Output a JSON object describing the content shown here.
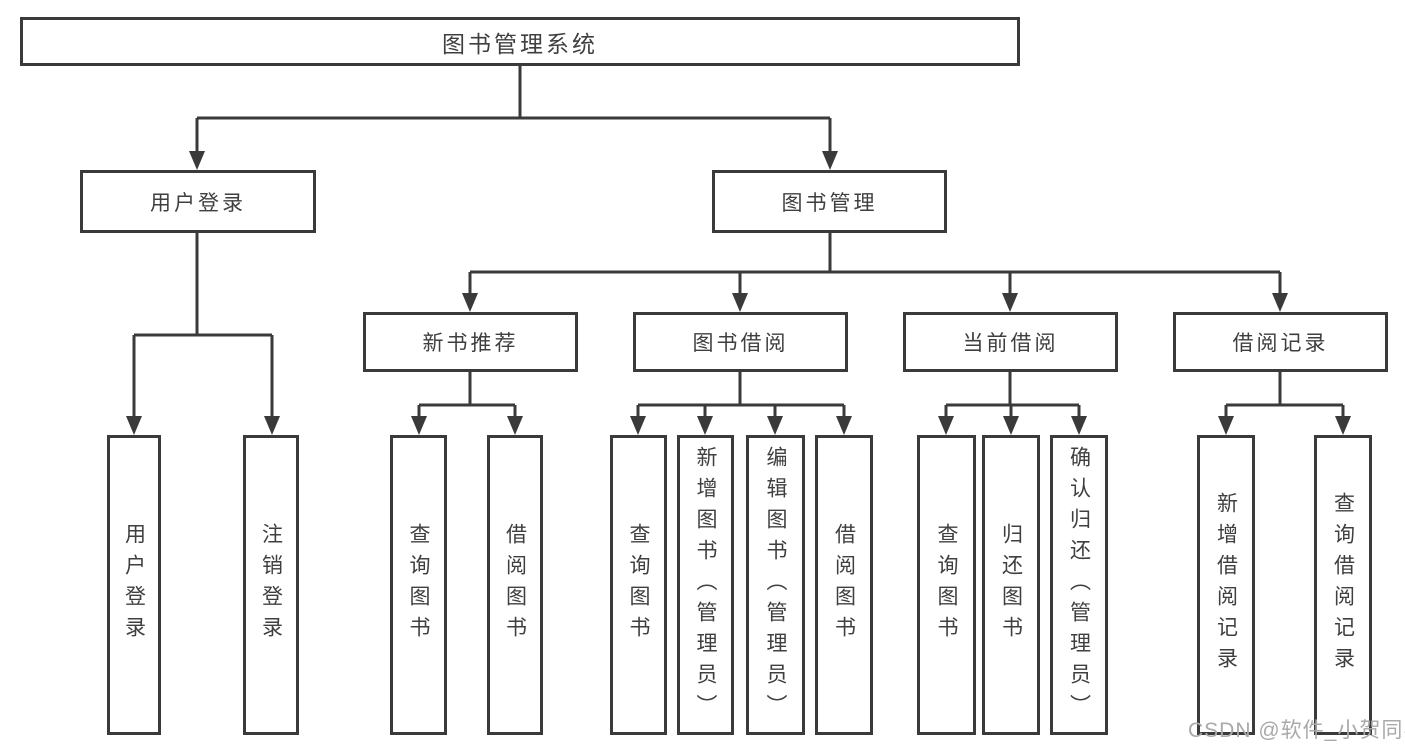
{
  "diagram": {
    "type": "tree",
    "root": {
      "label": "图书管理系统"
    },
    "level2": {
      "user_login": {
        "label": "用户登录",
        "children": [
          "用户登录",
          "注销登录"
        ]
      },
      "book_mgmt": {
        "label": "图书管理",
        "sections": {
          "new_book_rec": {
            "label": "新书推荐",
            "children": [
              "查询图书",
              "借阅图书"
            ]
          },
          "book_borrow": {
            "label": "图书借阅",
            "children": [
              "查询图书",
              "新增图书（管理员）",
              "编辑图书（管理员）",
              "借阅图书"
            ]
          },
          "current_borrow": {
            "label": "当前借阅",
            "children": [
              "查询图书",
              "归还图书",
              "确认归还（管理员）"
            ]
          },
          "borrow_records": {
            "label": "借阅记录",
            "children": [
              "新增借阅记录",
              "查询借阅记录"
            ]
          }
        }
      }
    }
  },
  "watermark": {
    "text": "CSDN @软件_小贺同学",
    "color": "#a9a9a9"
  },
  "colors": {
    "line": "#3a3a3a",
    "text": "#3f3f3f",
    "box_background": "#ffffff",
    "page_background": "#ffffff"
  }
}
